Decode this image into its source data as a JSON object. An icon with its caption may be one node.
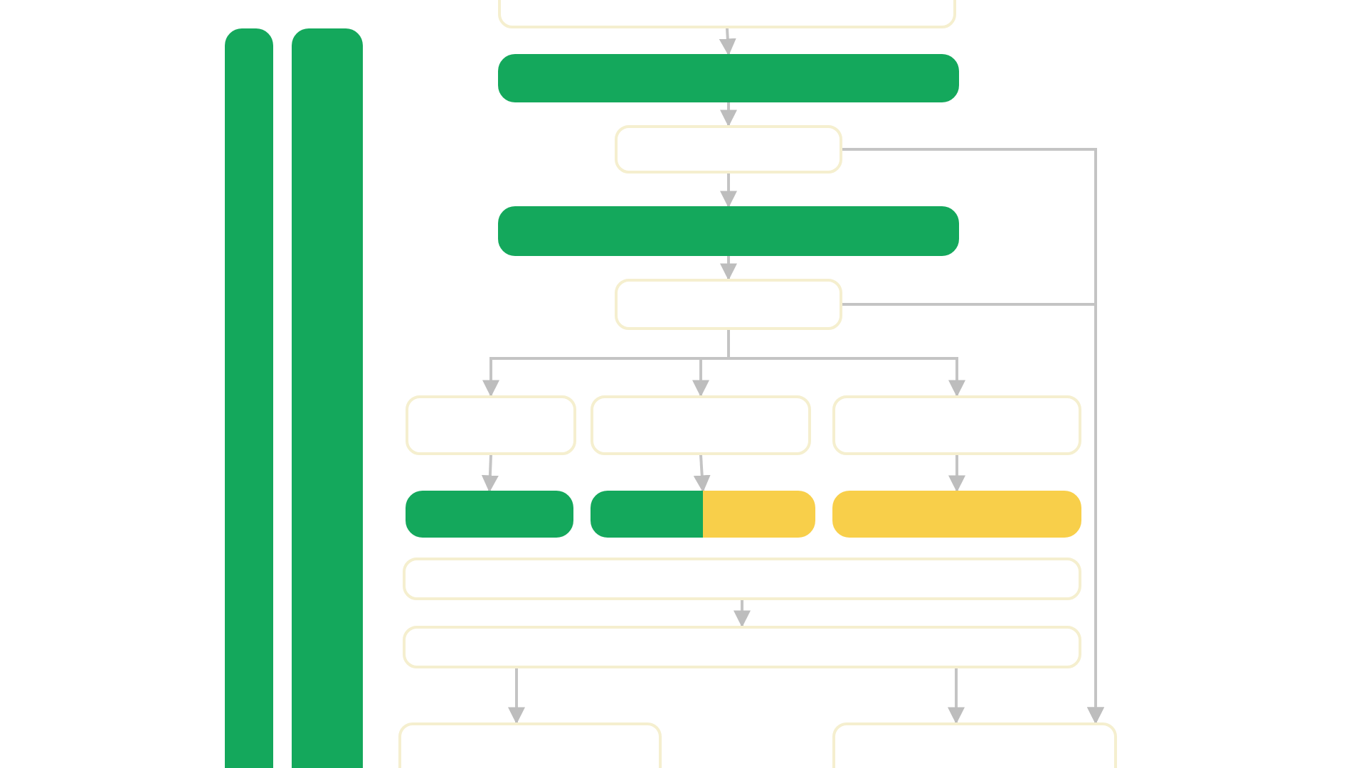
{
  "diagram": {
    "nodes": [
      {
        "text": [],
        "shape": "bar"
      },
      {
        "text": [],
        "shape": "bar"
      },
      {
        "text": [],
        "shape": "box"
      },
      {
        "text": [],
        "shape": "bar"
      },
      {
        "text": [],
        "shape": "box"
      },
      {
        "text": [],
        "shape": "bar"
      },
      {
        "text": [],
        "shape": "box"
      },
      {
        "text": [],
        "shape": "box"
      },
      {
        "text": [],
        "shape": "box"
      },
      {
        "text": [],
        "shape": "box"
      },
      {
        "text": [],
        "shape": "bar"
      },
      {
        "text": [],
        "shape": "bar"
      },
      {
        "text": [],
        "shape": "bar"
      },
      {
        "text": [],
        "shape": "box"
      },
      {
        "text": [],
        "shape": "box"
      },
      {
        "text": [],
        "shape": "box"
      },
      {
        "text": [],
        "shape": "box"
      }
    ],
    "edges": [
      {
        "from": 2,
        "to": 3,
        "arrow": "to"
      },
      {
        "from": 3,
        "to": 4,
        "arrow": "to"
      },
      {
        "from": 4,
        "to": 5,
        "arrow": "to"
      },
      {
        "from": 5,
        "to": 6,
        "arrow": "to"
      },
      {
        "from": 4,
        "to": 16,
        "arrow": "to"
      },
      {
        "from": 6,
        "to": 16,
        "arrow": "to"
      },
      {
        "from": 6,
        "to": 7,
        "arrow": "to"
      },
      {
        "from": 6,
        "to": 8,
        "arrow": "to"
      },
      {
        "from": 6,
        "to": 9,
        "arrow": "to"
      },
      {
        "from": 7,
        "to": 10,
        "arrow": "to"
      },
      {
        "from": 8,
        "to": 11,
        "arrow": "to"
      },
      {
        "from": 9,
        "to": 12,
        "arrow": "to"
      },
      {
        "from": 13,
        "to": 14,
        "arrow": "to"
      },
      {
        "from": 14,
        "to": 15,
        "arrow": "to"
      },
      {
        "from": 14,
        "to": 16,
        "arrow": "to"
      }
    ]
  }
}
